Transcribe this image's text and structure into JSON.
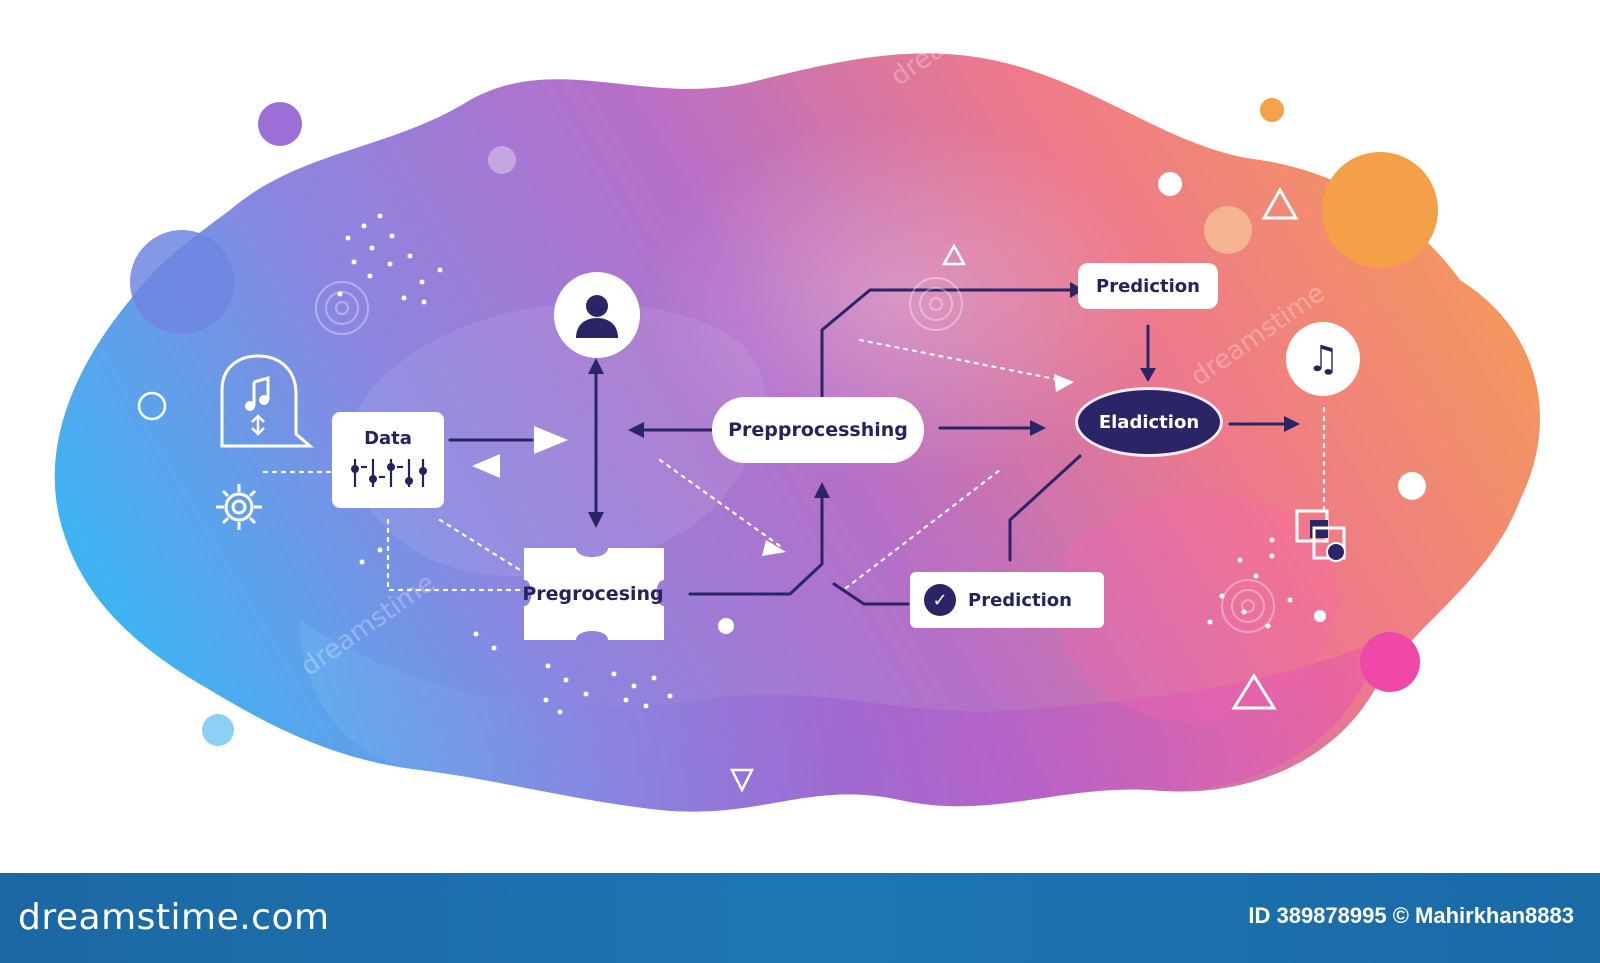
{
  "diagram": {
    "nodes": {
      "data": "Data",
      "preprocessing": "Prepprocesshing",
      "pregrocesing": "Pregrocesing",
      "prediction_top": "Prediction",
      "eladiction": "Eladiction",
      "prediction_check": "Prediction"
    },
    "icons": {
      "user": "user-icon",
      "music_left": "music-note-icon",
      "music_right": "music-note-icon",
      "gear": "gear-icon",
      "check": "check-icon",
      "sliders": "sliders-icon",
      "squares": "squares-icon"
    },
    "colors": {
      "node_text": "#23235e",
      "node_fill": "#ffffff",
      "accent_dark": "#2b2466",
      "blob_left": "#4fa6ef",
      "blob_mid": "#b069c8",
      "blob_right": "#f08a5a"
    }
  },
  "footer": {
    "brand": "dreamstime.com",
    "id_text": "ID 389878995 © Mahirkhan8883"
  },
  "watermark": "dreamstime"
}
